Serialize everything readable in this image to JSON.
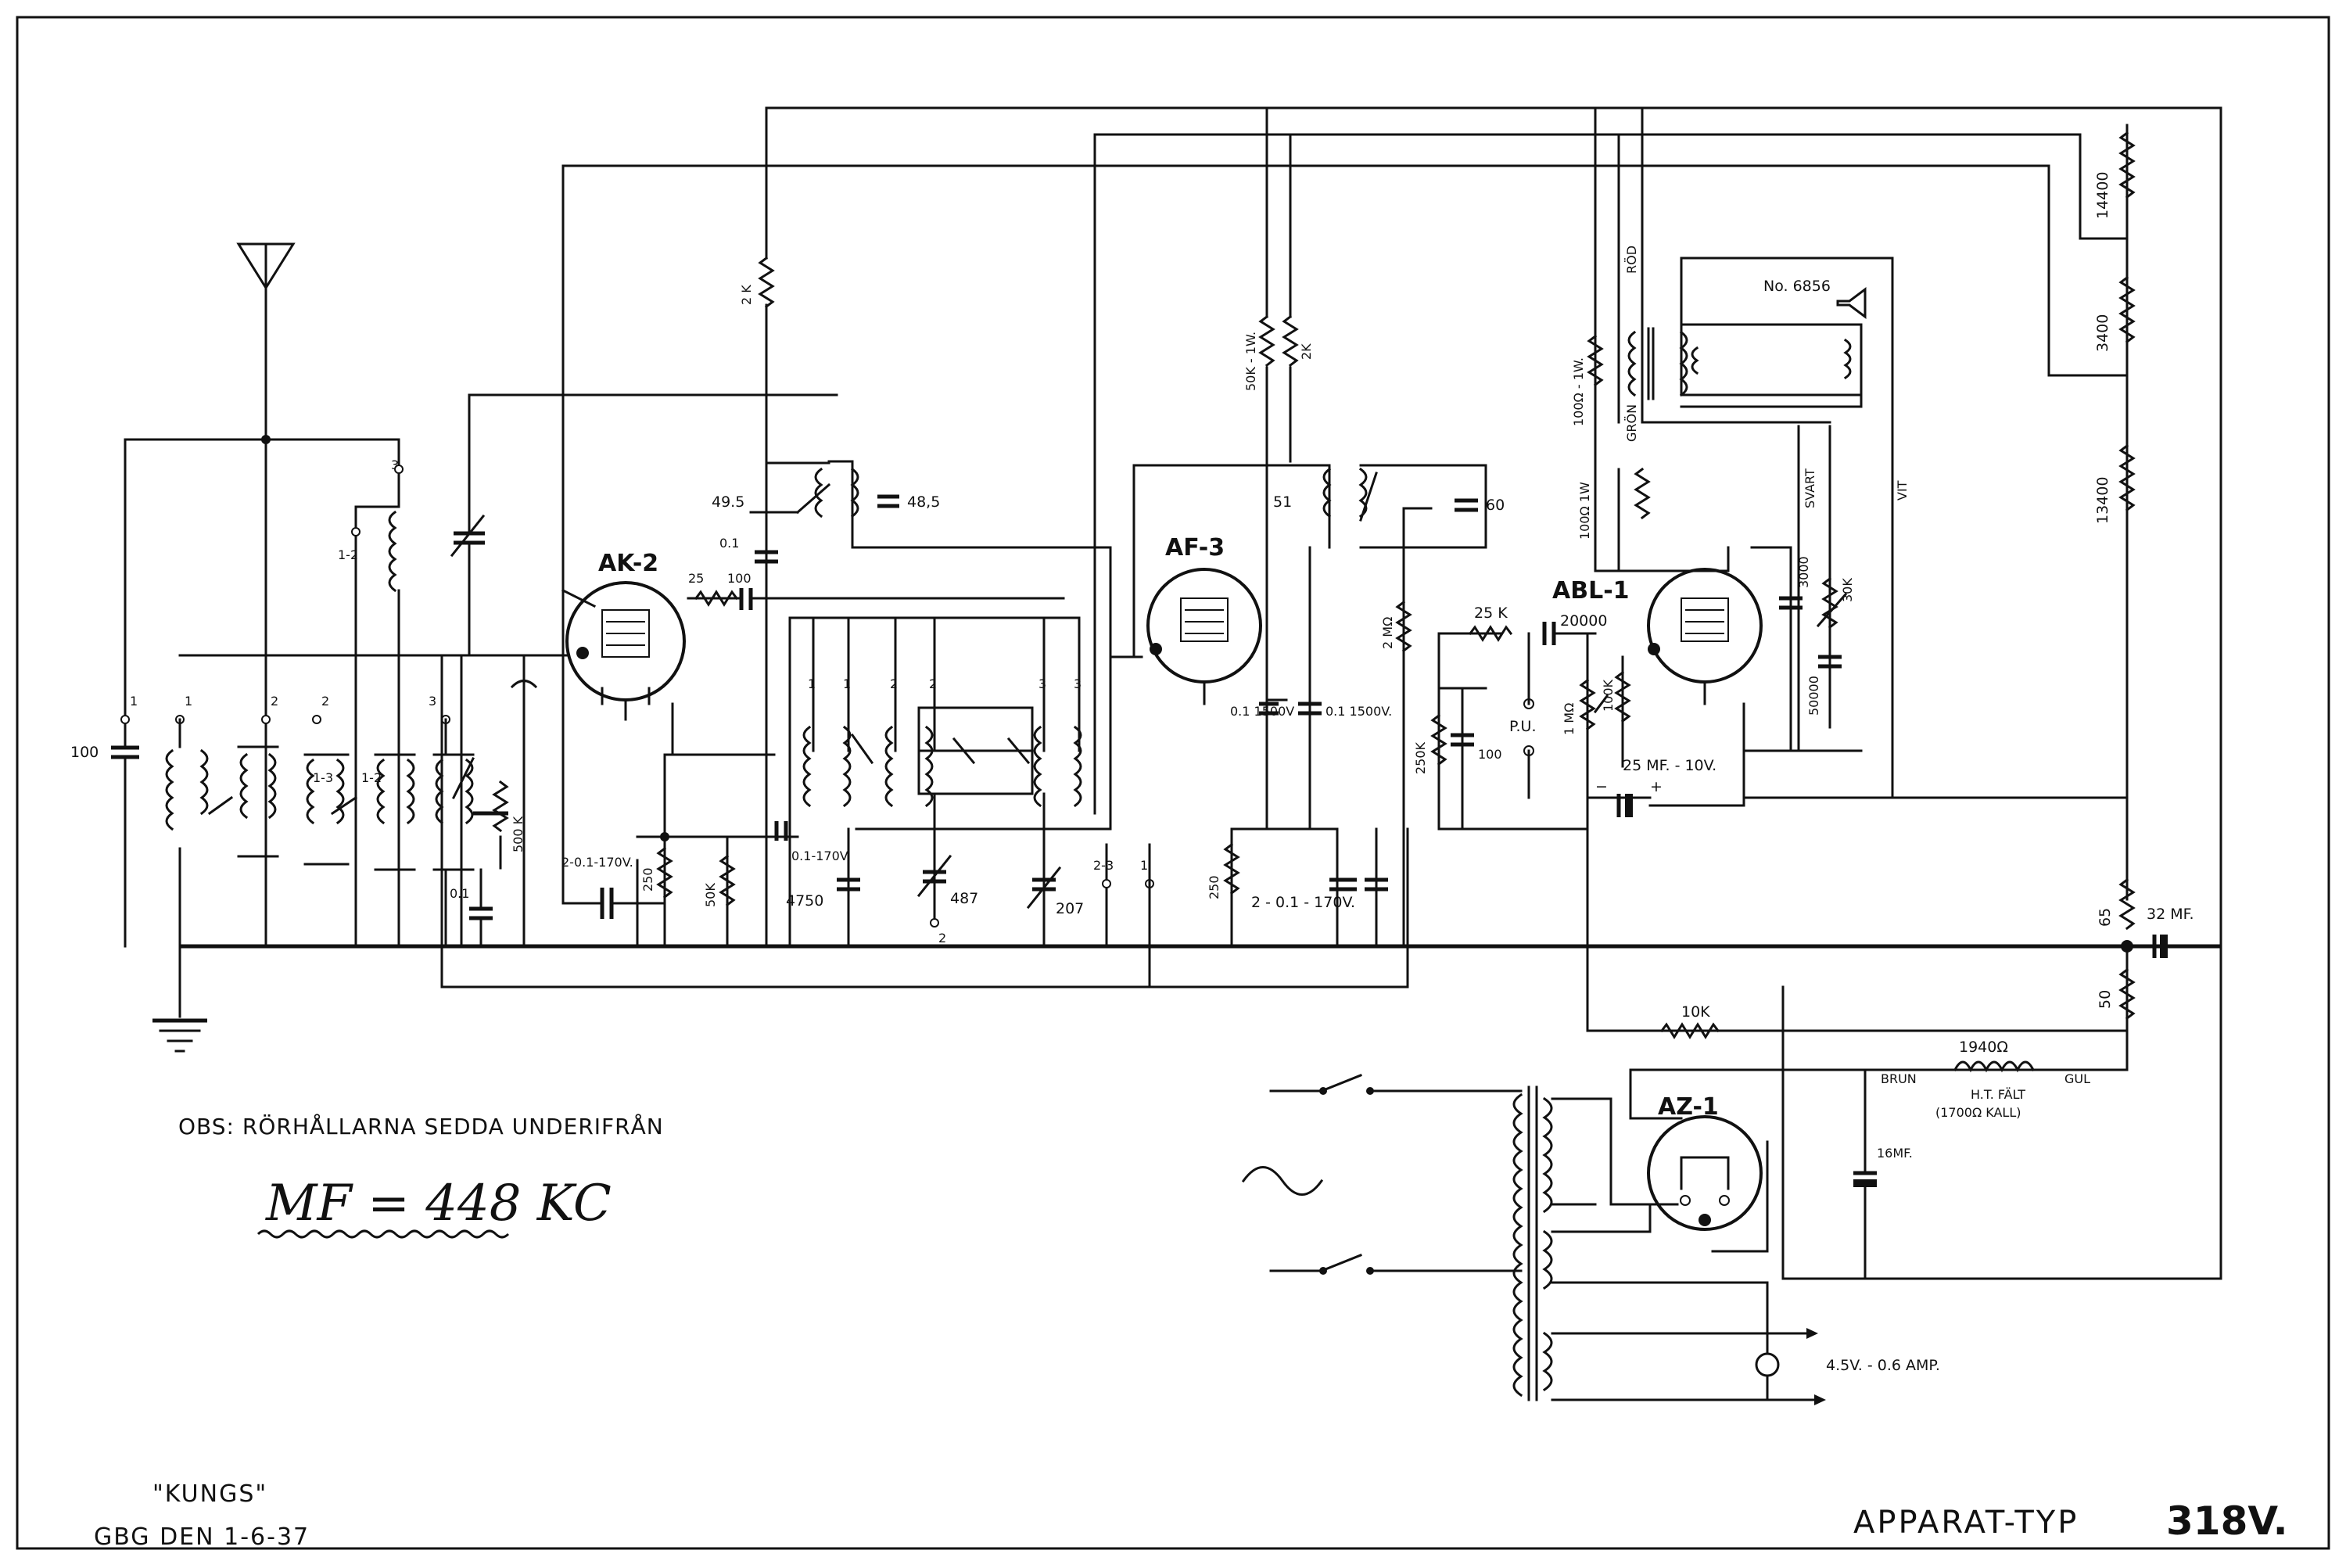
{
  "tubes": {
    "ak2": "AK-2",
    "af3": "AF-3",
    "abl1": "ABL-1",
    "az1": "AZ-1"
  },
  "labels": {
    "c100": "100",
    "r2k_top": "2 K",
    "c49_5": "49.5",
    "c48_5": "48,5",
    "c01": "0.1",
    "r25": "25",
    "c100b": "100",
    "r50k_1w": "50K - 1W.",
    "r2k_b": "2K",
    "c51": "51",
    "c60": "60",
    "r2mo": "2 MΩ",
    "r25k": "25 K",
    "c20000": "20000",
    "r250k": "250K",
    "c100c": "100",
    "pu": "P.U.",
    "r1mo": "1 MΩ",
    "r100k": "100K",
    "c3000": "3000",
    "r30k": "30K",
    "c50000": "50000",
    "c25mf": "25 MF. - 10V.",
    "r100_1w": "100Ω - 1W.",
    "r100_1w_b": "100Ω 1W",
    "rod": "RÖD",
    "gron": "GRÖN",
    "svart": "SVART",
    "vit": "VIT",
    "no6856": "No. 6856",
    "r14400": "14400",
    "r3400": "3400",
    "r13400": "13400",
    "r65": "65",
    "c32mf": "32 MF.",
    "r50": "50",
    "c01_1500": "0.1 1500V",
    "c01_1500b": "0.1 1500V.",
    "c2x01_a": "2-0.1-170V.",
    "c2x01_b": "2 - 0.1 - 170V.",
    "r250": "250",
    "r50k": "50K",
    "c01_170": "0.1-170V",
    "c4750": "4750",
    "c487": "487",
    "c207": "207",
    "r250b": "250",
    "r500k": "500 K",
    "c01b": "0.1",
    "r10k": "10K",
    "r1940": "1940Ω",
    "brun": "BRUN",
    "gul": "GUL",
    "htfalt": "H.T. FÄLT",
    "kall": "(1700Ω KALL)",
    "c16mf": "16MF.",
    "heater": "4.5V. - 0.6 AMP.",
    "sw1": "1",
    "sw2": "2",
    "sw3": "3",
    "sw12": "1-2",
    "sw13": "1-3",
    "sw23": "2-3"
  },
  "notes": {
    "obs": "OBS: RÖRHÅLLARNA SEDDA UNDERIFRÅN",
    "mf": "MF = 448 KC",
    "maker": "\"KUNGS\"",
    "date": "GBG DEN 1-6-37",
    "model_prefix": "APPARAT-TYP",
    "model_no": "318V."
  }
}
